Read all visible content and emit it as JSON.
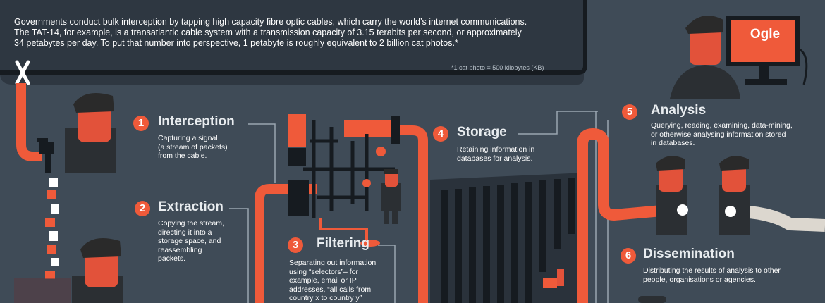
{
  "intro": {
    "line1": "Governments conduct bulk interception by tapping high capacity fibre optic cables, which carry the world’s internet communications.",
    "line2": "The TAT-14, for example, is a transatlantic cable system with a transmission capacity of 3.15 terabits per second, or approximately",
    "line3": "34 petabytes per day. To put that number into perspective, 1 petabyte is roughly equivalent to 2 billion cat photos.*",
    "footnote": "*1 cat photo = 500 kilobytes (KB)"
  },
  "screen_logo": "Ogle",
  "steps": [
    {
      "num": "1",
      "title": "Interception",
      "desc": [
        "Capturing a signal",
        "(a stream of packets)",
        "from the cable."
      ]
    },
    {
      "num": "2",
      "title": "Extraction",
      "desc": [
        "Copying the stream,",
        "directing it into a",
        "storage space, and",
        "reassembling",
        "packets."
      ]
    },
    {
      "num": "3",
      "title": "Filtering",
      "desc": [
        "Separating out information",
        "using “selectors”– for",
        "example, email or IP",
        "addresses, “all calls from",
        "country x to country y”"
      ]
    },
    {
      "num": "4",
      "title": "Storage",
      "desc": [
        "Retaining information in",
        "databases for analysis."
      ]
    },
    {
      "num": "5",
      "title": "Analysis",
      "desc": [
        "Querying, reading, examining, data-mining,",
        "or otherwise analysing information stored",
        "in databases."
      ]
    },
    {
      "num": "6",
      "title": "Dissemination",
      "desc": [
        "Distributing the results of analysis to other",
        "people, organisations or agencies."
      ]
    }
  ],
  "colors": {
    "background": "#3f4b57",
    "panel": "#2e3741",
    "accent": "#ef5a3a",
    "skin": "#e2523a",
    "hair": "#2a2a2a",
    "text": "#ffffff"
  },
  "icons": [
    "cut-cable-icon",
    "tap-faucet-icon",
    "computer-monitor-icon",
    "server-racks-icon",
    "pipe-network-icon",
    "figure-icon"
  ]
}
